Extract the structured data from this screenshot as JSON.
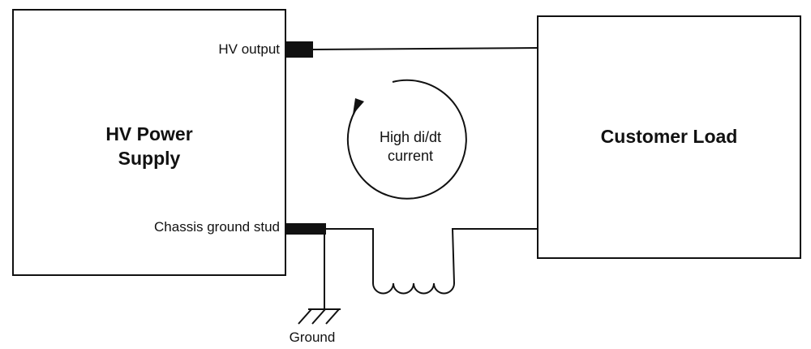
{
  "power_supply": {
    "title_line1": "HV Power",
    "title_line2": "Supply",
    "hv_output_label": "HV output",
    "chassis_stud_label": "Chassis ground stud"
  },
  "load": {
    "title": "Customer Load"
  },
  "current_loop": {
    "line1": "High di/dt",
    "line2": "current"
  },
  "ground": {
    "label": "Ground"
  }
}
